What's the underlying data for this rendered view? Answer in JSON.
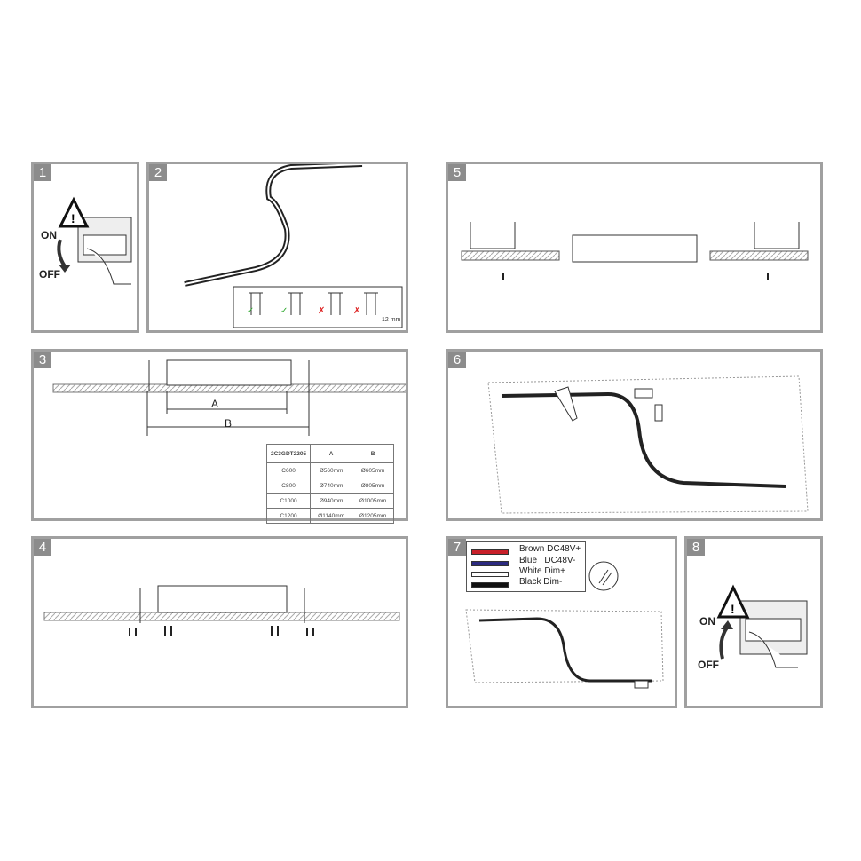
{
  "panels": [
    {
      "number": "1",
      "on": "ON",
      "off": "OFF"
    },
    {
      "number": "2",
      "gap": "12 mm"
    },
    {
      "number": "3",
      "dim_a": "A",
      "dim_b": "B"
    },
    {
      "number": "4"
    },
    {
      "number": "5"
    },
    {
      "number": "6"
    },
    {
      "number": "7"
    },
    {
      "number": "8",
      "on": "ON",
      "off": "OFF"
    }
  ],
  "size_table": {
    "headers": [
      "2C3GDT2205",
      "A",
      "B"
    ],
    "rows": [
      [
        "C600",
        "Ø560mm",
        "Ø605mm"
      ],
      [
        "C800",
        "Ø740mm",
        "Ø805mm"
      ],
      [
        "C1000",
        "Ø940mm",
        "Ø1005mm"
      ],
      [
        "C1200",
        "Ø1140mm",
        "Ø1205mm"
      ]
    ]
  },
  "wiring": [
    {
      "color_name": "Brown",
      "signal": "DC48V+",
      "color": "#c8202a"
    },
    {
      "color_name": "Blue",
      "signal": "DC48V-",
      "color": "#2c2a80"
    },
    {
      "color_name": "White",
      "signal": "Dim+",
      "color": "#ffffff"
    },
    {
      "color_name": "Black",
      "signal": "Dim-",
      "color": "#111111"
    }
  ]
}
